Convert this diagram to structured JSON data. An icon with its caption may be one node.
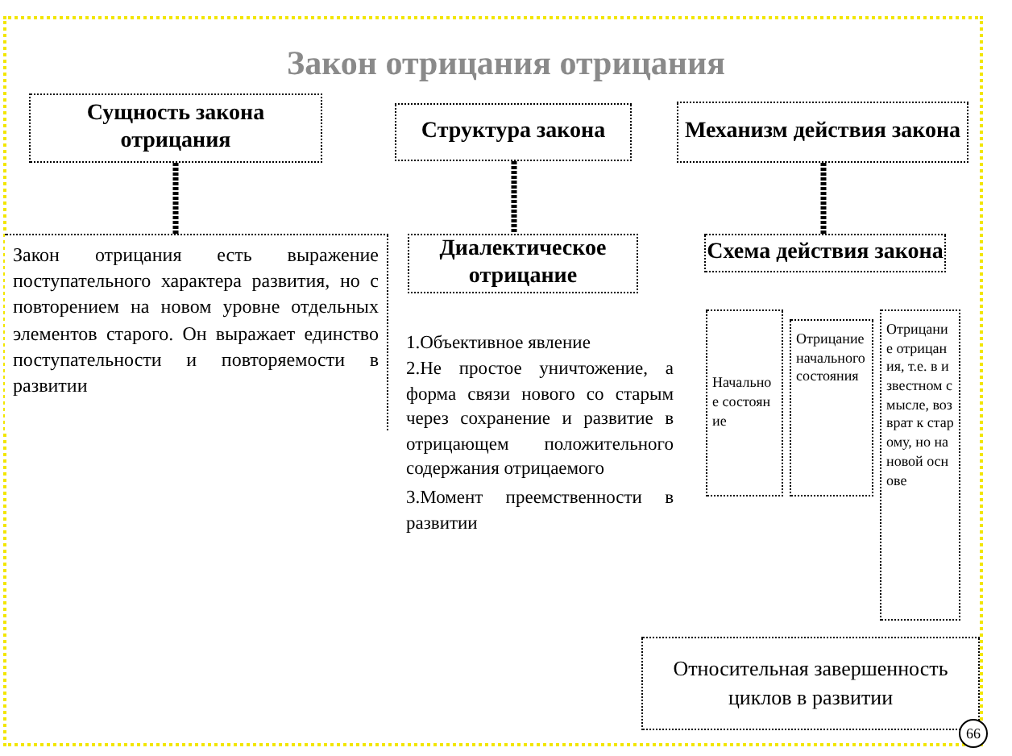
{
  "diagram": {
    "title": "Закон отрицания отрицания",
    "nodes": [
      {
        "text": [
          "Сущность закона отрицания"
        ]
      },
      {
        "text": [
          "Закон отрицания есть выражение поступательного характера развития, но с повторением на новом уровне отдельных элементов старого. Он выражает единство поступательности и повторяемости в развитии"
        ]
      },
      {
        "text": [
          "Структура закона"
        ]
      },
      {
        "text": [
          "Диалектическое отрицание"
        ]
      },
      {
        "text": [
          "Механизм действия закона"
        ]
      },
      {
        "text": [
          "Схема действия закона"
        ]
      },
      {
        "text": [
          "Начальное состояние"
        ]
      },
      {
        "text": [
          "Отрицание начального состояния"
        ]
      },
      {
        "text": [
          "Отрицание отрицания, т.е. в известном смысле, возврат к старому, но на новой основе"
        ]
      },
      {
        "text": [
          "Относительная завершенность циклов в развитии"
        ]
      }
    ],
    "edges": [
      {
        "from": 0,
        "to": 1,
        "arrow": "none"
      },
      {
        "from": 2,
        "to": 3,
        "arrow": "none"
      },
      {
        "from": 4,
        "to": 5,
        "arrow": "none"
      }
    ],
    "labels": [
      "1.Объективное явление",
      "2.Не простое уничтожение, а форма связи нового со старым через сохранение и развитие в отрицающем положительного содержания отрицаемого",
      "3.Момент преемственности в развитии",
      "66"
    ]
  }
}
